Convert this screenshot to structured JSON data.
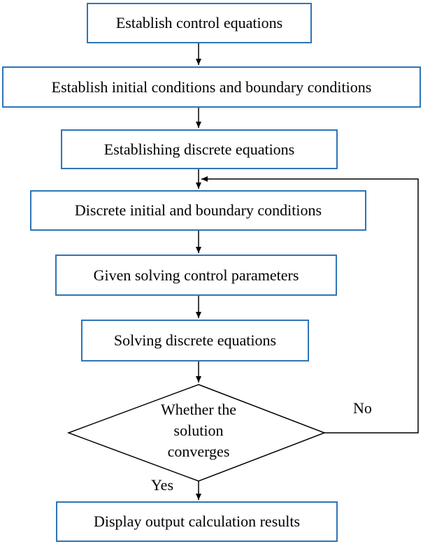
{
  "steps": {
    "s1": "Establish control equations",
    "s2": "Establish initial conditions and boundary conditions",
    "s3": "Establishing discrete equations",
    "s4": "Discrete initial and boundary conditions",
    "s5": "Given solving control parameters",
    "s6": "Solving discrete equations",
    "s8": "Display output calculation results"
  },
  "decision": {
    "line1": "Whether the",
    "line2": "solution",
    "line3": "converges"
  },
  "branches": {
    "no": "No",
    "yes": "Yes"
  },
  "colors": {
    "box_border": "#2e75b6",
    "line": "#000000"
  }
}
